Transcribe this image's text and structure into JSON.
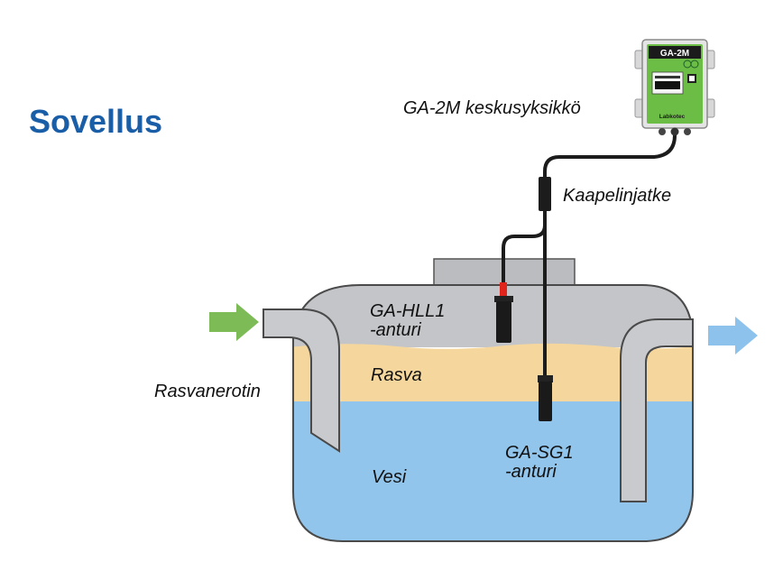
{
  "title": "Sovellus",
  "labels": {
    "control_unit": "GA-2M keskusyksikkö",
    "cable_joint": "Kaapelinjatke",
    "hll_line1": "GA-HLL1",
    "hll_line2": "-anturi",
    "fat": "Rasva",
    "separator": "Rasvanerotin",
    "sg_line1": "GA-SG1",
    "sg_line2": "-anturi",
    "water": "Vesi"
  },
  "device": {
    "model": "GA-2M",
    "brand": "Labkotec"
  },
  "colors": {
    "title": "#1a5ea8",
    "water": "#92c5ec",
    "fat": "#f5d79e",
    "air": "#c4c5c9",
    "inlet_arrow": "#7dbb57",
    "outlet_arrow": "#8cc2ec",
    "device_green": "#6cbd45",
    "probe": "#1a1a1a",
    "probe_collar": "#e0231b"
  }
}
